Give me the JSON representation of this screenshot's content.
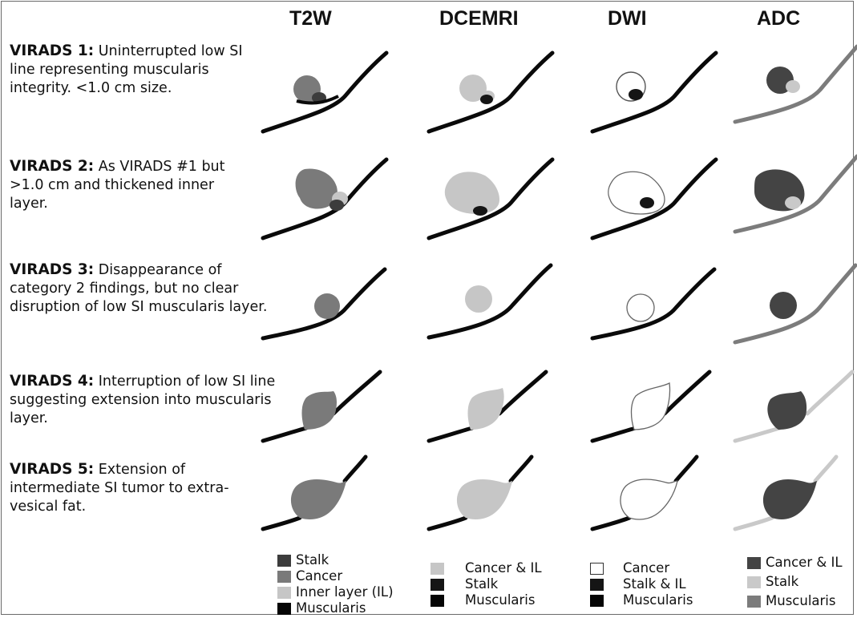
{
  "columns": [
    "T2W",
    "DCEMRI",
    "DWI",
    "ADC"
  ],
  "rows": [
    {
      "title": "VIRADS 1:",
      "text": "Uninterrupted low SI line representing muscularis integrity. <1.0 cm size."
    },
    {
      "title": "VIRADS 2:",
      "text": "As VIRADS #1 but >1.0 cm and thickened inner layer."
    },
    {
      "title": "VIRADS 3:",
      "text": "Disappearance of category 2 findings, but no clear disruption of low SI muscularis layer."
    },
    {
      "title": "VIRADS 4:",
      "text": "Interruption of low SI line suggesting extension into muscularis layer."
    },
    {
      "title": "VIRADS 5:",
      "text": "Extension of intermediate SI tumor to extra-vesical fat."
    }
  ],
  "legends": [
    {
      "items": [
        {
          "label": "Stalk",
          "color": "#3c3c3c"
        },
        {
          "label": "Cancer",
          "color": "#7a7a7a"
        },
        {
          "label": "Inner layer (IL)",
          "color": "#c6c6c6"
        },
        {
          "label": "Muscularis",
          "color": "#050505"
        }
      ]
    },
    {
      "items": [
        {
          "label": "Cancer & IL",
          "color": "#c6c6c6"
        },
        {
          "label": "Stalk",
          "color": "#151515"
        },
        {
          "label": "Muscularis",
          "color": "#050505"
        }
      ]
    },
    {
      "items": [
        {
          "label": "Cancer",
          "color": "#ffffff"
        },
        {
          "label": "Stalk & IL",
          "color": "#151515"
        },
        {
          "label": "Muscularis",
          "color": "#050505"
        }
      ]
    },
    {
      "items": [
        {
          "label": "Cancer & IL",
          "color": "#444444"
        },
        {
          "label": "Stalk",
          "color": "#c9c9c9"
        },
        {
          "label": "Muscularis",
          "color": "#7c7c7c"
        }
      ]
    }
  ]
}
